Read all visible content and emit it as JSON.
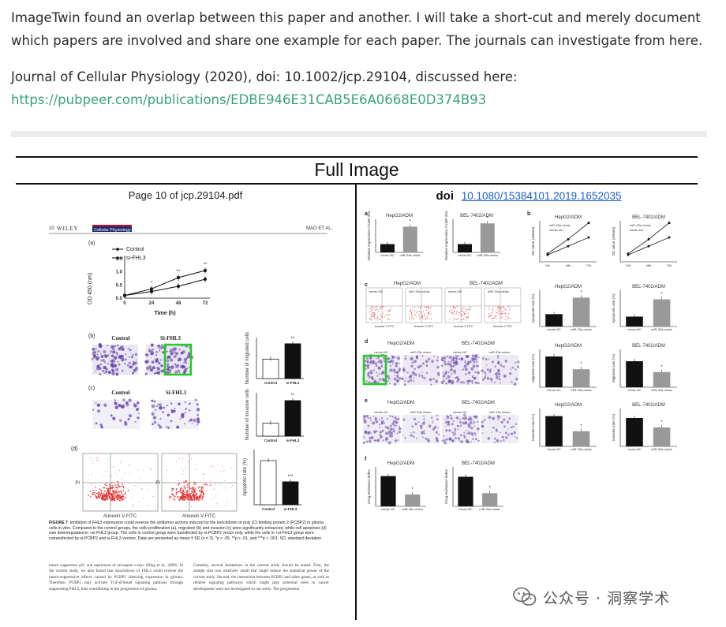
{
  "post": {
    "paragraph1": "ImageTwin found an overlap between this paper and another. I will take a short-cut and merely document which papers are involved and share one example for each paper. The journals can investigate from here.",
    "paragraph2_text": "Journal of Cellular Physiology (2020), doi: 10.1002/jcp.29104, discussed here:",
    "paragraph2_link": "https://pubpeer.com/publications/EDBE946E31CAB5E6A0668E0D374B93"
  },
  "figure": {
    "title": "Full Image",
    "left_label": "Page 10 of jcp.29104.pdf",
    "right_doi_word": "doi",
    "right_doi_link": "10.1080/15384101.2019.1652035"
  },
  "left_page": {
    "header_page": "10",
    "header_publisher": "WILEY",
    "header_journal": "Cellular Physiology",
    "header_author": "MAO ET AL.",
    "panel_a": "(a)",
    "panel_b": "(b)",
    "panel_c": "(c)",
    "panel_d": "(d)",
    "legend_control": "Control",
    "legend_sifhl3": "si-FHL3",
    "ylabel_a": "OD 450 (nm)",
    "xlabel_a": "Time (h)",
    "x_ticks": [
      "0",
      "24",
      "48",
      "72"
    ],
    "y_ticks": [
      "0.0",
      "0.5",
      "1.0",
      "1.5"
    ],
    "col_control": "Control",
    "col_sifhl3": "Si-FHL3",
    "bar_label_control": "Control",
    "bar_label_si": "si-FHL3",
    "ylabel_migrated": "Number of migrated cells",
    "ylabel_invasive": "Number of invasive cells",
    "ylabel_apoptotic": "Apoptotic rate (%)",
    "sig_double": "**",
    "sig_triple": "***",
    "annexin": "Annexin V-FITC",
    "pi": "PI",
    "caption_lead": "FIGURE 7",
    "caption": "Inhibition of FHL3 expression could reverse the antitumor actions induced by the knockdown of poly (C) binding protein 2 (PCBP2) in glioma cells in vitro. Compared to the control groups, the cells proliferation (a), migration (b) and invasion (c) were significantly enhanced, while cell apoptosis (d) was downregulated in +si-FHL3 group. The cells in control group were transfected by si-PCBP2 vector only, while the cells in +si-FHL3 group were cotransfected by si-PCBP2 and si-FHL3 vectors. Data are presented as mean ± SD (n = 3). *p < .05, **p < .01, and ***p < .001. SD, standard deviation",
    "body_left": "tumor suppressor p21 and repression of oncogene c-myc (Ding et al., 2009). In the current study, we also found that knockdown of FHL3 could reverse the tumor-suppressive effects caused by PCBP2 silencing expression in glioma. Therefore, PCBP2 may activate TGF-β/Smad signaling pathway through suppressing FHL3, thus contributing to the progression of glioma.",
    "body_right": "Certainly, several limitations in the current study should be stated. First, the sample size was relatively small that might reduce the statistical power of the current study. Second, the interaction between PCBP2 and other genes, as well as relative signaling pathways which might play potential roles in cancer development were not investigated in our study. The progression"
  },
  "right_page": {
    "panel_labels": [
      "a",
      "b",
      "c",
      "d",
      "e",
      "f"
    ],
    "cell_hep": "HepG2/ADM",
    "cell_bel": "BEL-7402/ADM",
    "mimic_nc": "mimic-NC",
    "mir_mimic": "miR-33a mimic",
    "mimic_nc_alt": "mimic-NC",
    "mir_mimic_alt": "miR-33a mimic",
    "mimic_nc_lower": "mimic-NC",
    "mimic_nc_short": "mimic-NC",
    "ylabel_rel": "Relative expression of miR-33a",
    "ylabel_od": "OD value (450nm)",
    "ylabel_apop": "Apoptosis rate (%)",
    "ylabel_mig": "Migration rate (%)",
    "ylabel_inv": "Invasion rate (%)",
    "ylabel_drug": "Drug resistance index",
    "time_ticks": [
      "24h",
      "48h",
      "72h"
    ],
    "annexin": "Annexin V-FITC",
    "star": "*"
  },
  "watermark": {
    "text": "公众号 · 洞察学术"
  },
  "colors": {
    "link_green": "#3aa27a",
    "doi_blue": "#1a5fd0",
    "highlight_green": "#22cc22",
    "stain_purple": "#6a4aa8",
    "flow_red": "#e03030"
  }
}
